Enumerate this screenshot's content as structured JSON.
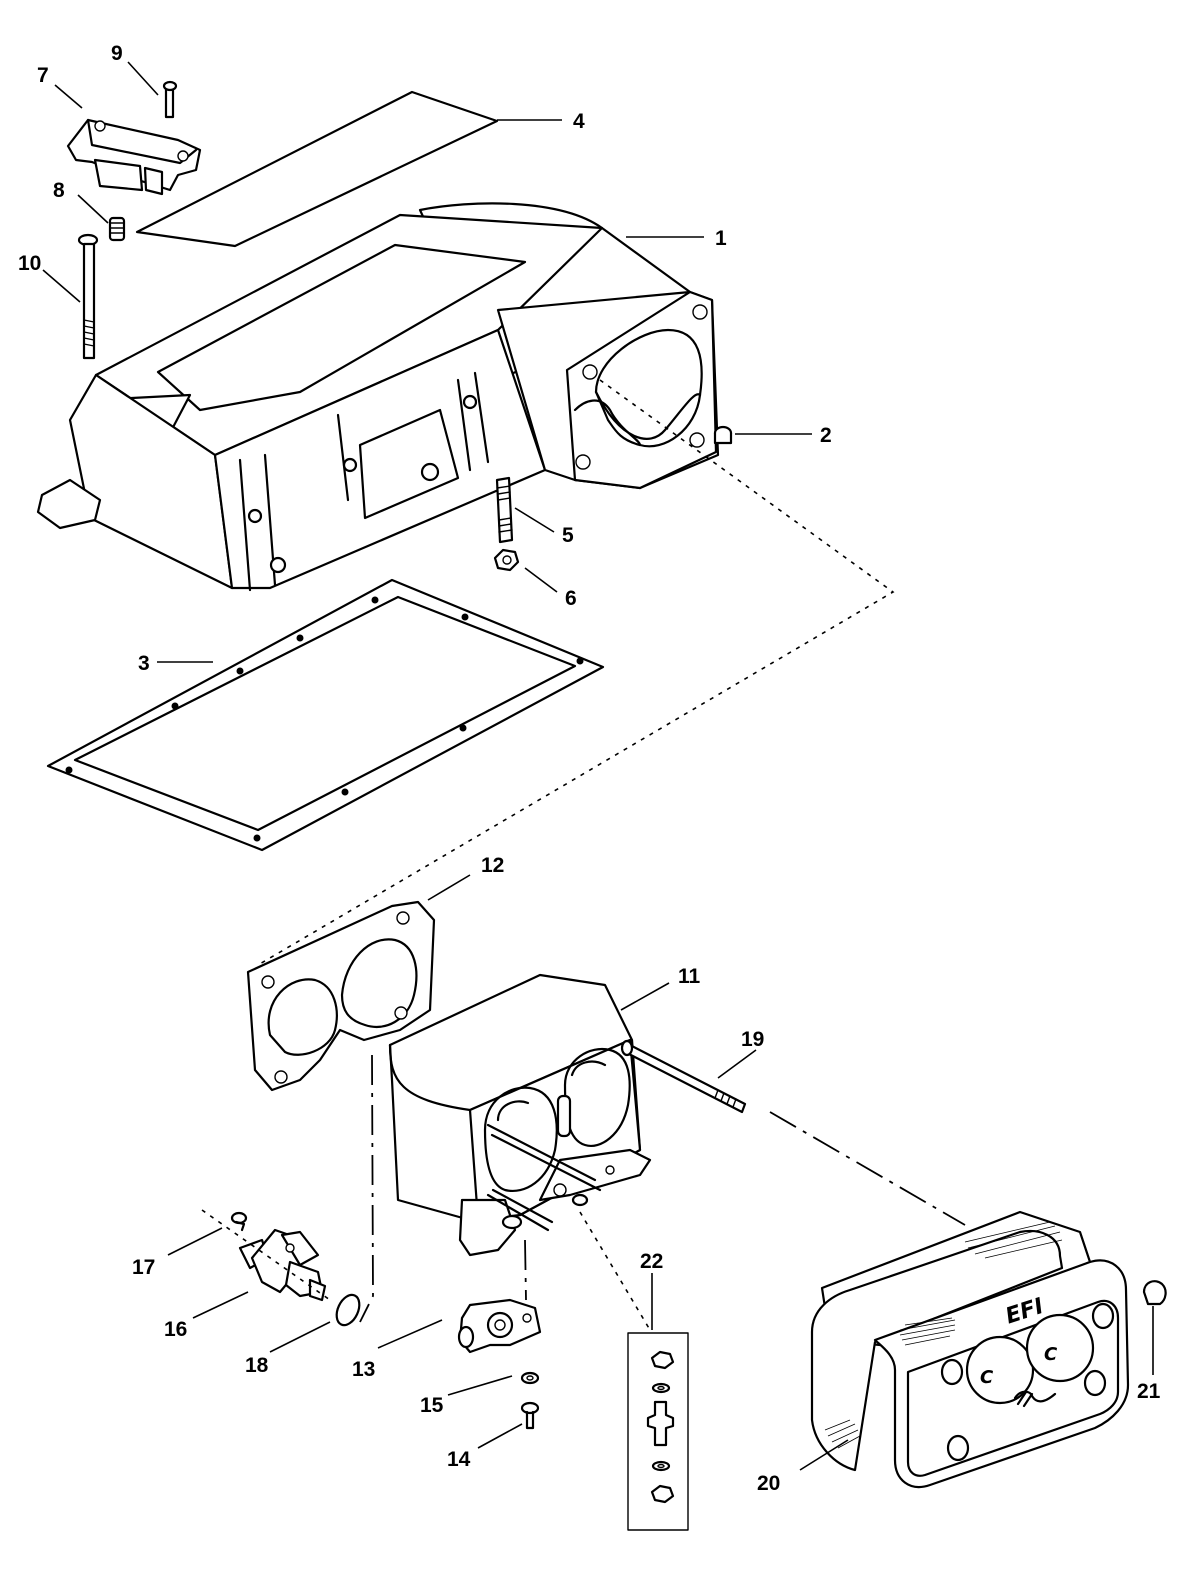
{
  "diagram": {
    "callouts": [
      {
        "id": "1",
        "label": "1"
      },
      {
        "id": "2",
        "label": "2"
      },
      {
        "id": "3",
        "label": "3"
      },
      {
        "id": "4",
        "label": "4"
      },
      {
        "id": "5",
        "label": "5"
      },
      {
        "id": "6",
        "label": "6"
      },
      {
        "id": "7",
        "label": "7"
      },
      {
        "id": "8",
        "label": "8"
      },
      {
        "id": "9",
        "label": "9"
      },
      {
        "id": "10",
        "label": "10"
      },
      {
        "id": "11",
        "label": "11"
      },
      {
        "id": "12",
        "label": "12"
      },
      {
        "id": "13",
        "label": "13"
      },
      {
        "id": "14",
        "label": "14"
      },
      {
        "id": "15",
        "label": "15"
      },
      {
        "id": "16",
        "label": "16"
      },
      {
        "id": "17",
        "label": "17"
      },
      {
        "id": "18",
        "label": "18"
      },
      {
        "id": "19",
        "label": "19"
      },
      {
        "id": "20",
        "label": "20"
      },
      {
        "id": "21",
        "label": "21"
      },
      {
        "id": "22",
        "label": "22"
      }
    ],
    "flame_arrestor_text": {
      "brand": "EFI",
      "left_port": "C",
      "right_port": "C"
    }
  }
}
